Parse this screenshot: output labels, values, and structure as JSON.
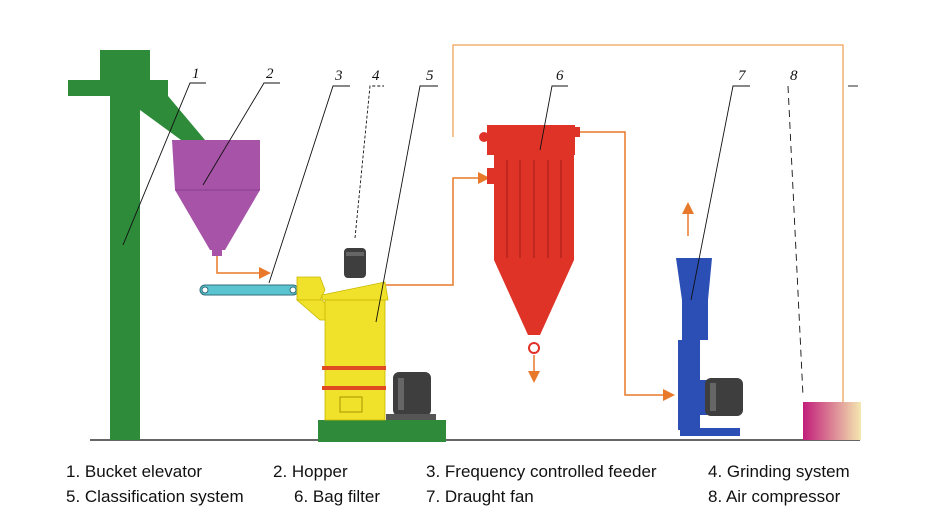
{
  "callouts": [
    "1",
    "2",
    "3",
    "4",
    "5",
    "6",
    "7",
    "8"
  ],
  "legend": [
    "1. Bucket elevator",
    "2. Hopper",
    "3. Frequency controlled feeder",
    "4. Grinding system",
    "5. Classification system",
    "6. Bag filter",
    "7. Draught fan",
    "8. Air compressor"
  ],
  "colors": {
    "elevator": "#2e8b3a",
    "hopper": "#a653a8",
    "feeder": "#5bc4d1",
    "mill": "#f0e12a",
    "mill_base": "#2f8a39",
    "motor": "#3e3e3e",
    "bag_filter": "#e03328",
    "fan": "#2c4fb5",
    "compressor_from": "#c21d7a",
    "compressor_to": "#f4e7b0",
    "pipe": "#f0a860",
    "arrow": "#e8792a"
  }
}
